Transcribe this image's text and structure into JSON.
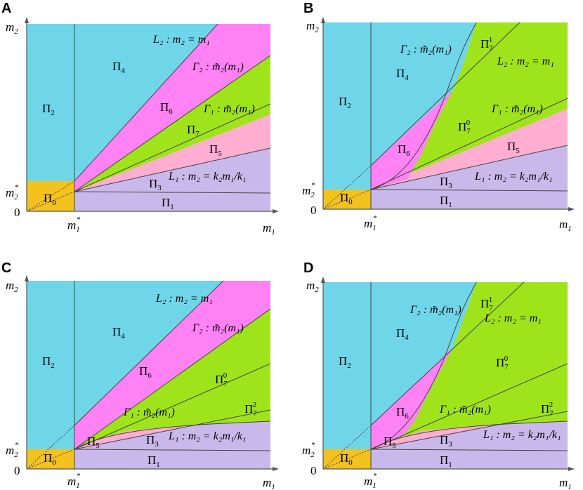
{
  "panels": [
    {
      "letter": "A",
      "axes": {
        "y": "m",
        "y_sub": "2",
        "x": "m",
        "x_sub": "1",
        "origin": "0",
        "m1star": "m",
        "m1star_sub": "1",
        "m2star": "m",
        "m2star_sub": "2",
        "star": "*"
      },
      "regions": {
        "p0": "Π",
        "p0_sub": "0",
        "p1": "Π",
        "p1_sub": "1",
        "p2": "Π",
        "p2_sub": "2",
        "p3": "Π",
        "p3_sub": "3",
        "p4": "Π",
        "p4_sub": "4",
        "p5": "Π",
        "p5_sub": "5",
        "p6": "Π",
        "p6_sub": "6",
        "p7": "Π",
        "p7_sub": "7"
      },
      "curves": {
        "L2": "L₂ : m₂ = m₁",
        "G2": "Γ₂ : m̃₂(m₁)",
        "G1": "Γ₁ : m̃₂(m₁)",
        "L1": "L₁ : m₂ = k₂m₁/k₁"
      }
    },
    {
      "letter": "B",
      "axes": {
        "y": "m",
        "y_sub": "2",
        "x": "m",
        "x_sub": "1",
        "origin": "0",
        "m1star": "m",
        "m1star_sub": "1",
        "m2star": "m",
        "m2star_sub": "2",
        "star": "*"
      },
      "regions": {
        "p0": "Π",
        "p0_sub": "0",
        "p1": "Π",
        "p1_sub": "1",
        "p2": "Π",
        "p2_sub": "2",
        "p3": "Π",
        "p3_sub": "3",
        "p4": "Π",
        "p4_sub": "4",
        "p5": "Π",
        "p5_sub": "5",
        "p6": "Π",
        "p6_sub": "6",
        "p71": "Π",
        "p71_sub": "7",
        "p71_sup": "1",
        "p70": "Π",
        "p70_sub": "7",
        "p70_sup": "0"
      },
      "curves": {
        "L2": "L₂ : m₂ = m₁",
        "G2": "Γ₂ : m̃₂(m₁)",
        "G1": "Γ₁ : m̃₂(m₁)",
        "L1": "L₁ : m₂ = k₂m₁/k₁"
      }
    },
    {
      "letter": "C",
      "axes": {
        "y": "m",
        "y_sub": "2",
        "x": "m",
        "x_sub": "1",
        "origin": "0",
        "m1star": "m",
        "m1star_sub": "1",
        "m2star": "m",
        "m2star_sub": "2",
        "star": "*"
      },
      "regions": {
        "p0": "Π",
        "p0_sub": "0",
        "p1": "Π",
        "p1_sub": "1",
        "p2": "Π",
        "p2_sub": "2",
        "p3": "Π",
        "p3_sub": "3",
        "p4": "Π",
        "p4_sub": "4",
        "p5": "Π",
        "p5_sub": "5",
        "p6": "Π",
        "p6_sub": "6",
        "p70": "Π",
        "p70_sub": "7",
        "p70_sup": "0",
        "p72": "Π",
        "p72_sub": "7",
        "p72_sup": "2"
      },
      "curves": {
        "L2": "L₂ : m₂ = m₁",
        "G2": "Γ₂ : m̃₂(m₁)",
        "G1": "Γ₁ : m̃₂(m₁)",
        "L1": "L₁ : m₂ = k₂m₁/k₁"
      }
    },
    {
      "letter": "D",
      "axes": {
        "y": "m",
        "y_sub": "2",
        "x": "m",
        "x_sub": "1",
        "origin": "0",
        "m1star": "m",
        "m1star_sub": "1",
        "m2star": "m",
        "m2star_sub": "2",
        "star": "*"
      },
      "regions": {
        "p0": "Π",
        "p0_sub": "0",
        "p1": "Π",
        "p1_sub": "1",
        "p2": "Π",
        "p2_sub": "2",
        "p3": "Π",
        "p3_sub": "3",
        "p4": "Π",
        "p4_sub": "4",
        "p5": "Π",
        "p5_sub": "5",
        "p6": "Π",
        "p6_sub": "6",
        "p71": "Π",
        "p71_sub": "7",
        "p71_sup": "1",
        "p70": "Π",
        "p70_sub": "7",
        "p70_sup": "0",
        "p72": "Π",
        "p72_sub": "7",
        "p72_sup": "2"
      },
      "curves": {
        "L2": "L₂ : m₂ = m₁",
        "G2": "Γ₂ : m̃₂(m₁)",
        "G1": "Γ₁ : m̃₂(m₁)",
        "L1": "L₁ : m₂ = k₂m₁/k₁"
      }
    }
  ],
  "colors": {
    "cyan": "#6fd6e9",
    "magenta": "#ff82f4",
    "green": "#9fe41a",
    "pink": "#ffadd0",
    "lavender": "#c9b9ea",
    "orange": "#f4c21e"
  }
}
